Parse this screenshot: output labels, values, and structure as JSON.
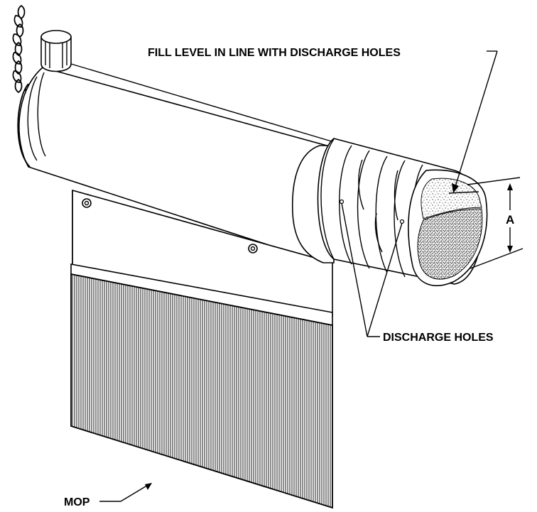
{
  "labels": {
    "fill_level": "FILL LEVEL IN LINE WITH DISCHARGE HOLES",
    "discharge_holes": "DISCHARGE HOLES",
    "dimension": "A",
    "mop": "MOP"
  }
}
